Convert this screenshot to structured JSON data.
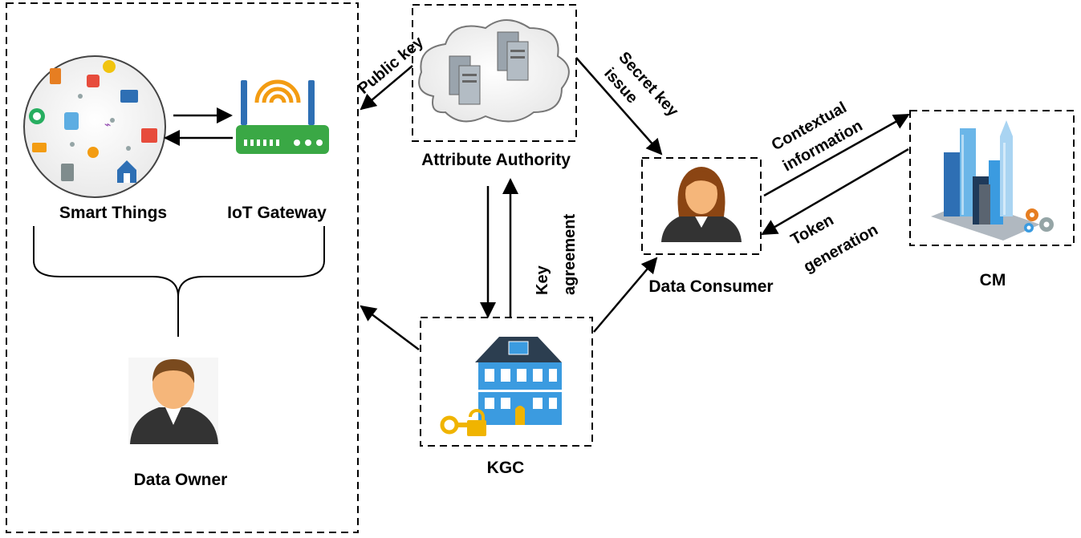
{
  "nodes": {
    "smart_things": "Smart Things",
    "iot_gateway": "IoT Gateway",
    "data_owner": "Data Owner",
    "attribute_authority": "Attribute Authority",
    "kgc": "KGC",
    "data_consumer": "Data Consumer",
    "cm": "CM"
  },
  "edges": {
    "public_key": "Public key",
    "secret_key_line1": "Secret key",
    "secret_key_line2": "issue",
    "key_agreement_line1": "Key",
    "key_agreement_line2": "agreement",
    "contextual_line1": "Contextual",
    "contextual_line2": "information",
    "token_line1": "Token",
    "token_line2": "generation"
  },
  "colors": {
    "gateway_green": "#3aa845",
    "gateway_blue": "#2e6fb4",
    "wifi_orange": "#f39c12",
    "building_blue": "#3b9be0",
    "roof_dark": "#2c3e50",
    "key_gold": "#f0b400",
    "person_skin": "#f5b67a",
    "consumer_hair": "#8b4513",
    "owner_hair": "#7a4a1e",
    "suit_dark": "#333333"
  }
}
